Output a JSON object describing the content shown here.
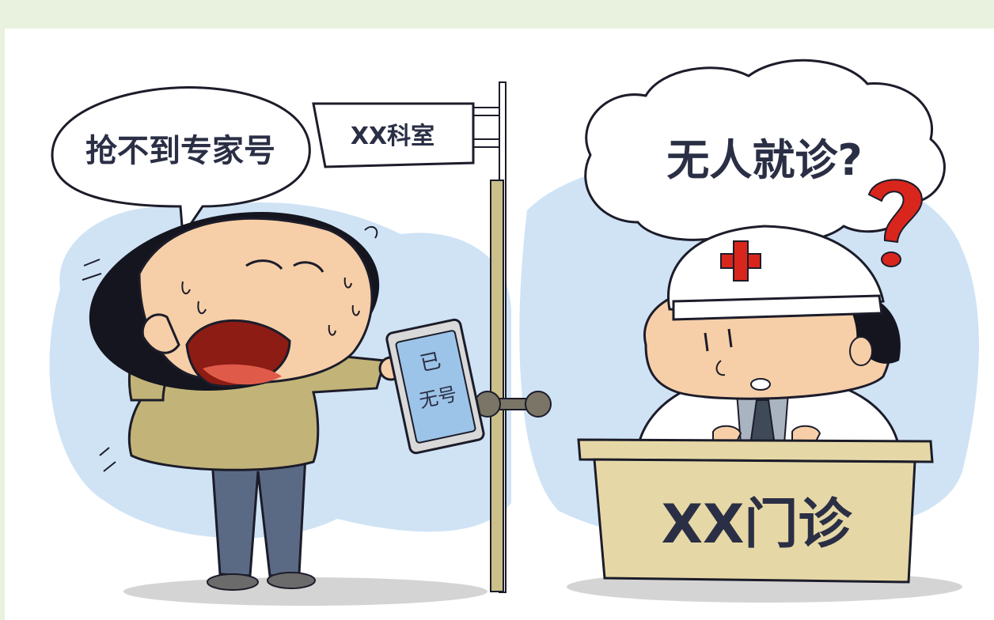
{
  "bubbles": {
    "left": "抢不到专家号",
    "right": "无人就诊?"
  },
  "door_sign": "XX科室",
  "phone_screen": [
    "已",
    "无号"
  ],
  "desk_sign": "XX门诊",
  "colors": {
    "sky": "#cfe3f5",
    "border": "#e8f2df",
    "ink": "#1c1c2a",
    "skin": "#f6cfa8",
    "sweater": "#c2b478",
    "pants": "#5b6a84",
    "desk": "#e6d8a6",
    "cross": "#d9261c",
    "question": "#d9261c"
  },
  "icons": [
    "red-cross-icon",
    "question-mark-icon",
    "sweat-drops-icon"
  ]
}
